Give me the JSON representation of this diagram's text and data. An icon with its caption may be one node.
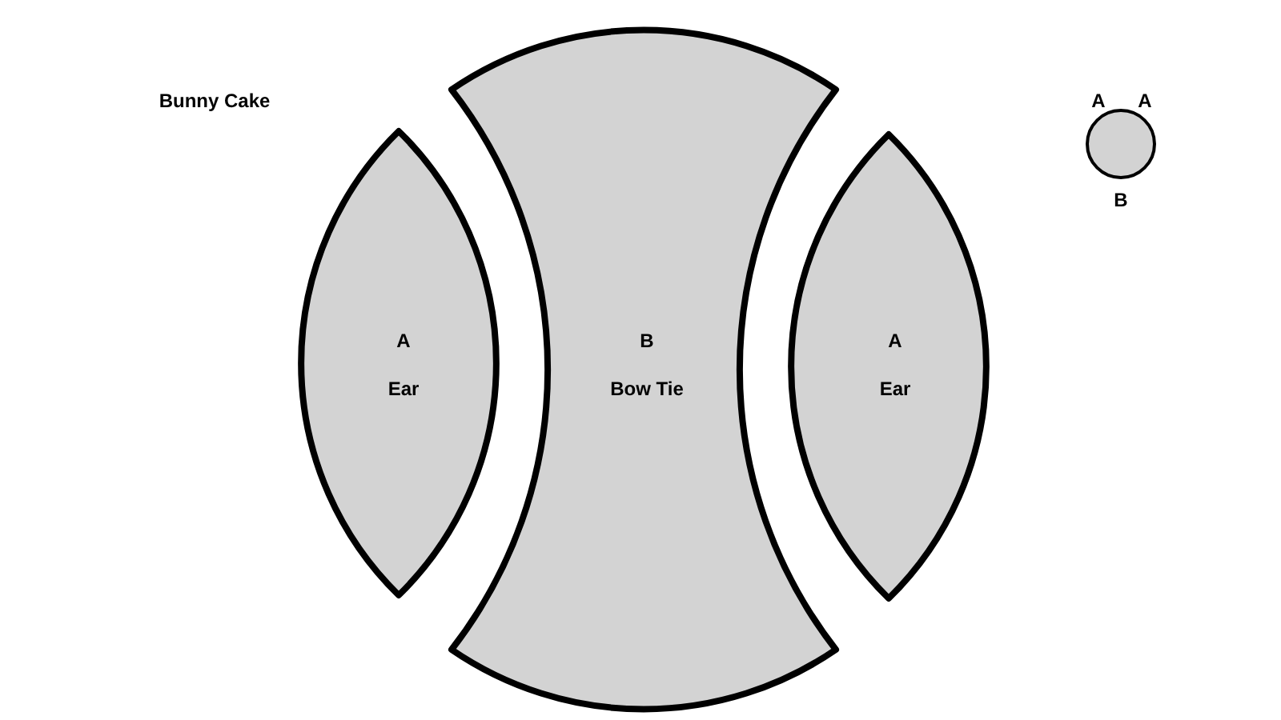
{
  "diagram": {
    "title": "Bunny Cake",
    "nodes": [
      {
        "text": [
          "A",
          "Ear"
        ]
      },
      {
        "text": [
          "B",
          "Bow Tie"
        ]
      },
      {
        "text": [
          "A",
          "Ear"
        ]
      },
      {
        "text": [],
        "shape": "circle",
        "beside": [
          "A",
          "A",
          "B"
        ]
      }
    ]
  }
}
